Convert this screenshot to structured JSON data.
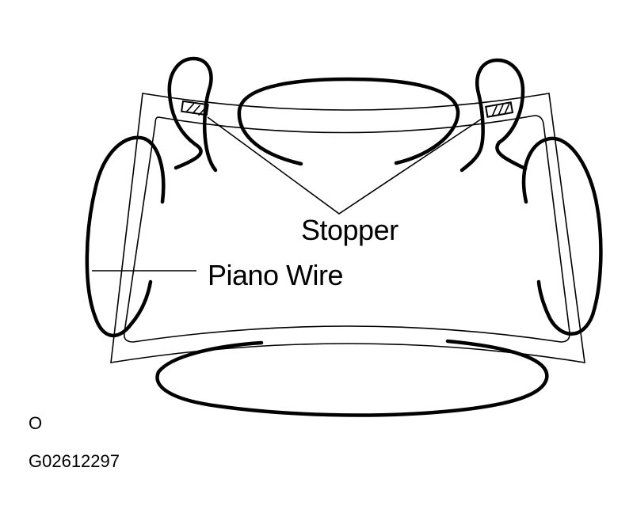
{
  "labels": {
    "stopper": "Stopper",
    "piano_wire": "Piano Wire",
    "view_mark": "O",
    "figure_code": "G02612297"
  }
}
